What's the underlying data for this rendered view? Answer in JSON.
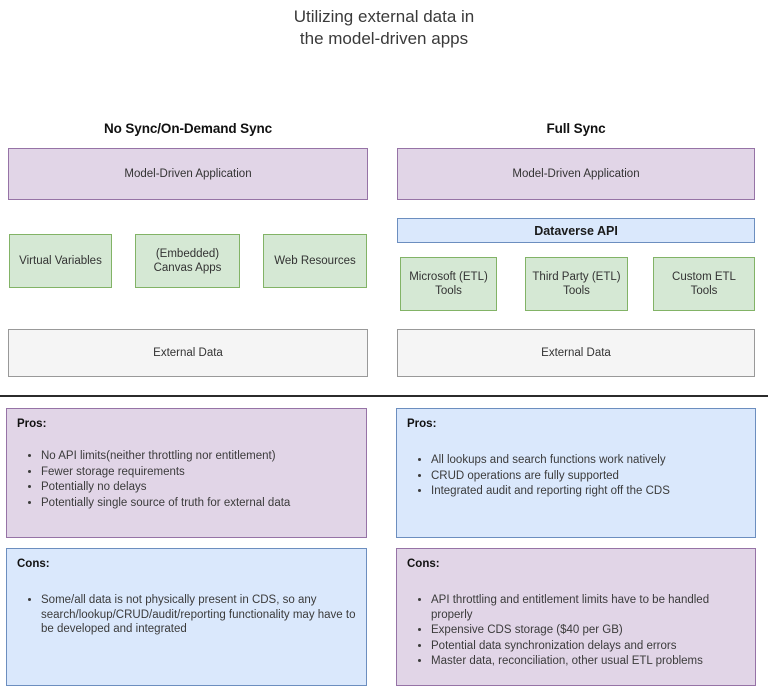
{
  "title": "Utilizing external data in\nthe model-driven apps",
  "colors": {
    "purple_fill": "#e1d5e7",
    "purple_border": "#9673a6",
    "blue_fill": "#dae8fc",
    "blue_border": "#6c8ebf",
    "green_fill": "#d5e8d4",
    "green_border": "#82b366",
    "grey_fill": "#f5f5f5",
    "grey_border": "#999999"
  },
  "columns": {
    "left": {
      "heading": "No Sync/On-Demand Sync",
      "app_layer": "Model-Driven Application",
      "tools": [
        "Virtual Variables",
        "(Embedded)\nCanvas Apps",
        "Web Resources"
      ],
      "data_layer": "External Data",
      "pros": {
        "title": "Pros:",
        "items": [
          "No API limits(neither throttling nor entitlement)",
          "Fewer storage requirements",
          "Potentially no delays",
          "Potentially single source of truth for external data"
        ]
      },
      "cons": {
        "title": "Cons:",
        "items": [
          "Some/all data is not physically present in CDS, so any search/lookup/CRUD/audit/reporting functionality may have to be developed and integrated"
        ]
      }
    },
    "right": {
      "heading": "Full Sync",
      "app_layer": "Model-Driven Application",
      "api_layer": "Dataverse API",
      "tools": [
        "Microsoft (ETL)\nTools",
        "Third Party (ETL)\nTools",
        "Custom ETL Tools"
      ],
      "data_layer": "External Data",
      "pros": {
        "title": "Pros:",
        "items": [
          "All lookups and search functions work natively",
          "CRUD operations are fully supported",
          "Integrated audit and reporting right off the CDS"
        ]
      },
      "cons": {
        "title": "Cons:",
        "items": [
          "API throttling and entitlement limits have to be handled properly",
          "Expensive CDS storage ($40 per GB)",
          "Potential data synchronization delays and errors",
          "Master data, reconciliation, other usual ETL problems"
        ]
      }
    }
  }
}
